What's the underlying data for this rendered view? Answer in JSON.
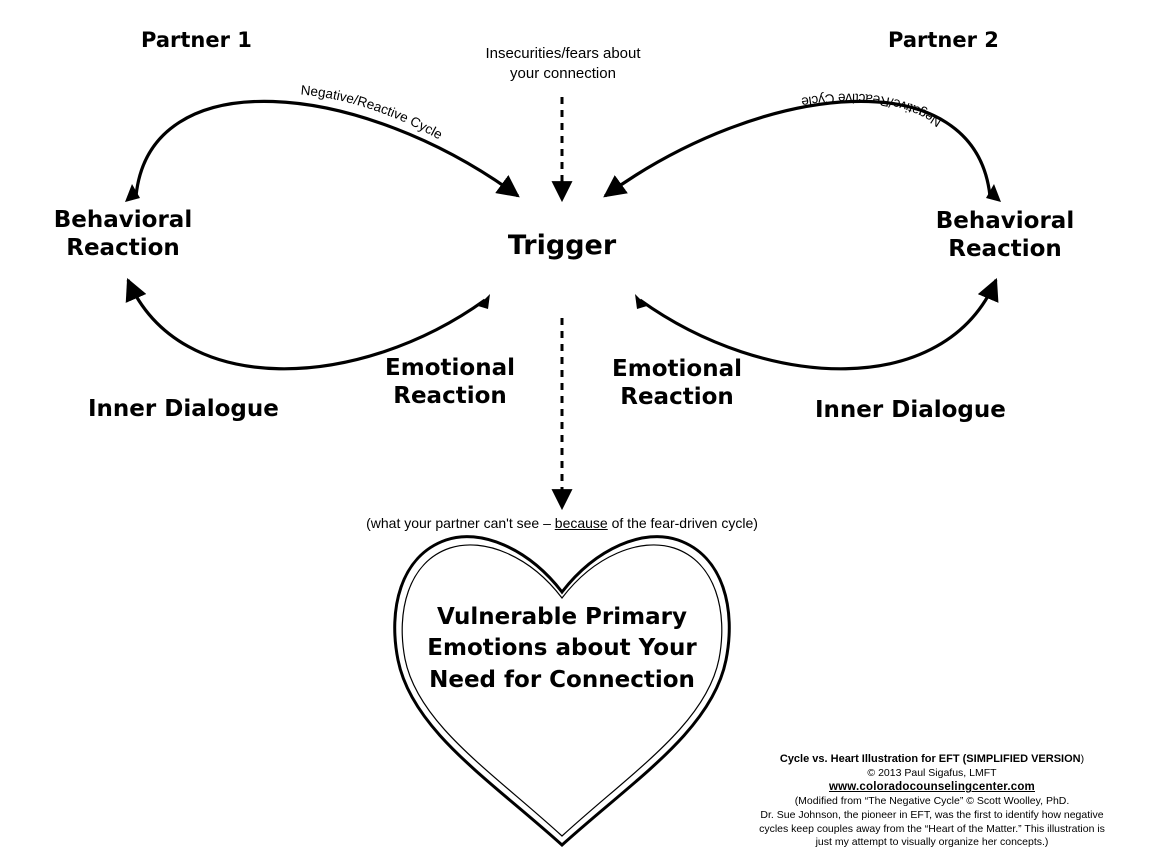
{
  "partner1": "Partner 1",
  "partner2": "Partner 2",
  "insecurities": [
    "Insecurities/fears about",
    "your connection"
  ],
  "trigger": "Trigger",
  "cycle_label_left": "Negative/Reactive Cycle",
  "cycle_label_right": "Negative/Reactive Cycle",
  "left": {
    "behavioral": [
      "Behavioral",
      "Reaction"
    ],
    "inner": "Inner Dialogue",
    "emotional": [
      "Emotional",
      "Reaction"
    ]
  },
  "right": {
    "behavioral": [
      "Behavioral",
      "Reaction"
    ],
    "inner": "Inner Dialogue",
    "emotional": [
      "Emotional",
      "Reaction"
    ]
  },
  "hidden_note": {
    "before": "(what your partner can't see – ",
    "underlined": "because",
    "after": " of the fear-driven cycle)"
  },
  "heart_text": "Vulnerable Primary Emotions about Your Need for Connection",
  "credits": {
    "title": "Cycle vs. Heart Illustration for EFT (SIMPLIFIED VERSION",
    "title_close": ")",
    "copyright": "© 2013 Paul Sigafus, LMFT",
    "website": "www.coloradocounselingcenter.com",
    "modified": "(Modified from “The Negative Cycle” © Scott Woolley, PhD.",
    "lines": [
      "Dr. Sue Johnson, the pioneer in EFT, was the first to identify how negative",
      "cycles keep couples away from the “Heart of the Matter.” This illustration is",
      "just my attempt to visually organize her concepts.)"
    ]
  }
}
